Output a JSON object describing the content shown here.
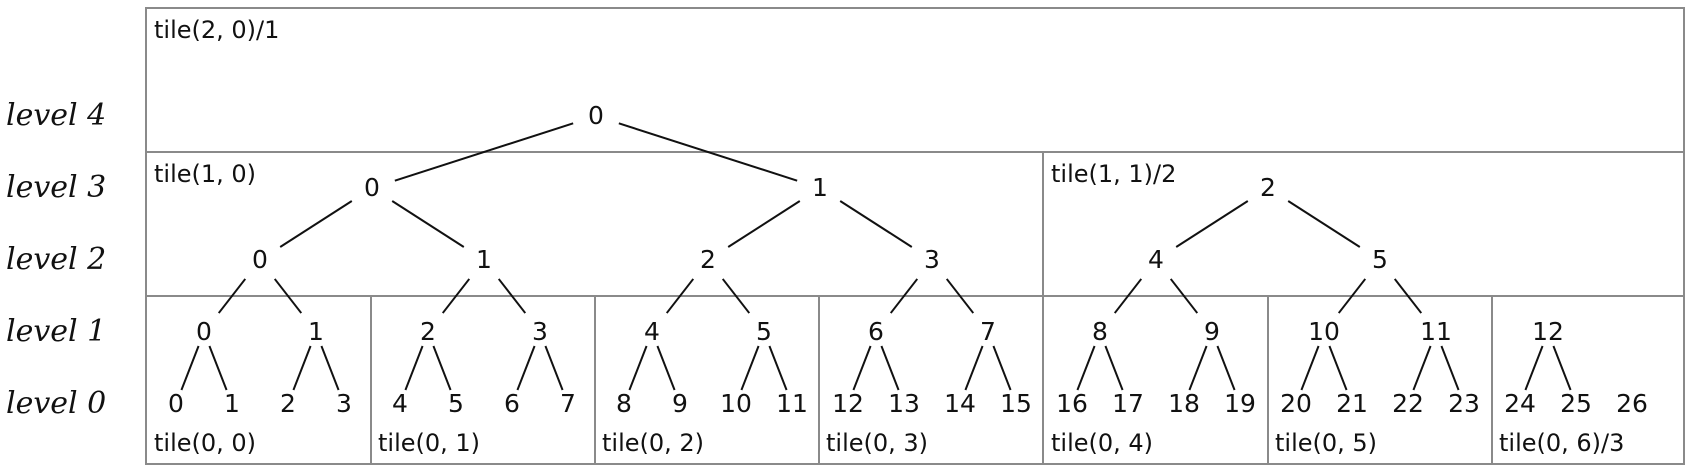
{
  "level_labels": [
    "level 4",
    "level 3",
    "level 2",
    "level 1",
    "level 0"
  ],
  "tiles": [
    "tile(2, 0)/1",
    "tile(1, 0)",
    "tile(1, 1)/2",
    "tile(0, 0)",
    "tile(0, 1)",
    "tile(0, 2)",
    "tile(0, 3)",
    "tile(0, 4)",
    "tile(0, 5)",
    "tile(0, 6)/3"
  ],
  "levels": [
    [
      "0",
      "1",
      "2",
      "3",
      "4",
      "5",
      "6",
      "7",
      "8",
      "9",
      "10",
      "11",
      "12",
      "13",
      "14",
      "15",
      "16",
      "17",
      "18",
      "19",
      "20",
      "21",
      "22",
      "23",
      "24",
      "25",
      "26"
    ],
    [
      "0",
      "1",
      "2",
      "3",
      "4",
      "5",
      "6",
      "7",
      "8",
      "9",
      "10",
      "11",
      "12"
    ],
    [
      "0",
      "1",
      "2",
      "3",
      "4",
      "5"
    ],
    [
      "0",
      "1",
      "2"
    ],
    [
      "0"
    ]
  ]
}
